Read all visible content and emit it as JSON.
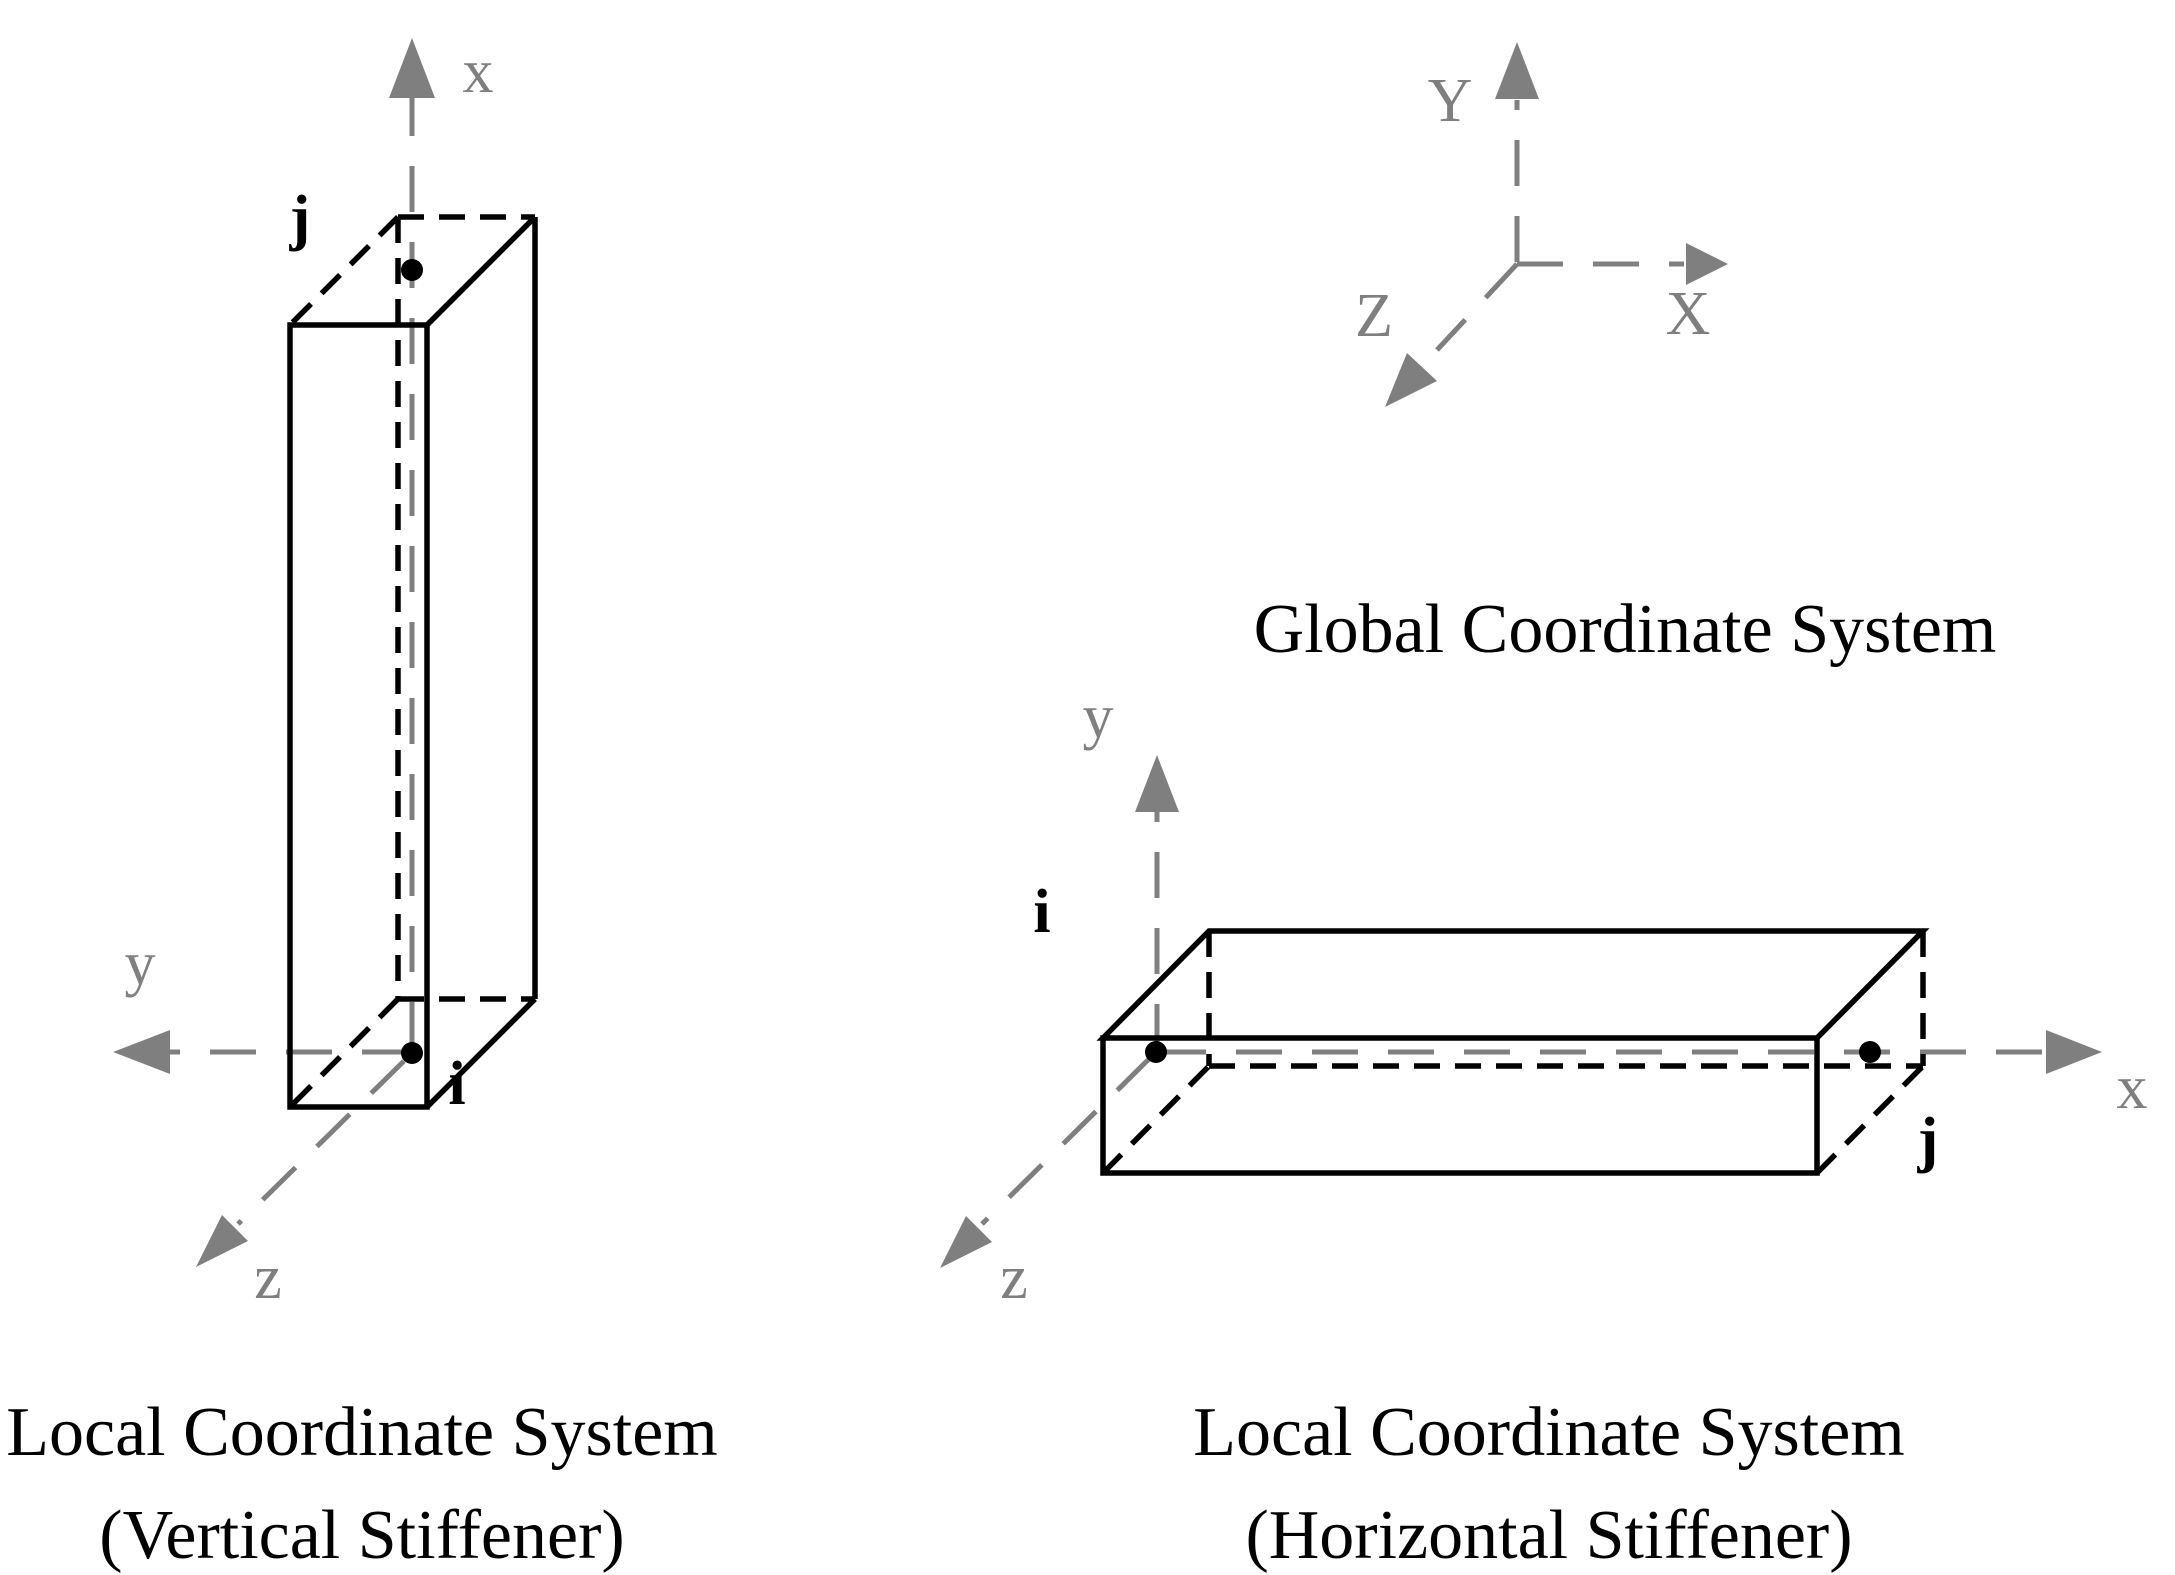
{
  "diagram": {
    "colors": {
      "axis": "#7f7f7f",
      "ink": "#000000",
      "background": "#ffffff"
    },
    "vertical_stiffener": {
      "axis_labels": {
        "x": "x",
        "y": "y",
        "z": "z"
      },
      "node_labels": {
        "i": "i",
        "j": "j"
      },
      "caption_line1": "Local Coordinate System",
      "caption_line2": "(Vertical Stiffener)"
    },
    "horizontal_stiffener": {
      "axis_labels": {
        "x": "x",
        "y": "y",
        "z": "z"
      },
      "node_labels": {
        "i": "i",
        "j": "j"
      },
      "caption_line1": "Local Coordinate System",
      "caption_line2": "(Horizontal Stiffener)"
    },
    "global_system": {
      "axis_labels": {
        "x": "X",
        "y": "Y",
        "z": "Z"
      },
      "caption": "Global Coordinate System"
    }
  }
}
